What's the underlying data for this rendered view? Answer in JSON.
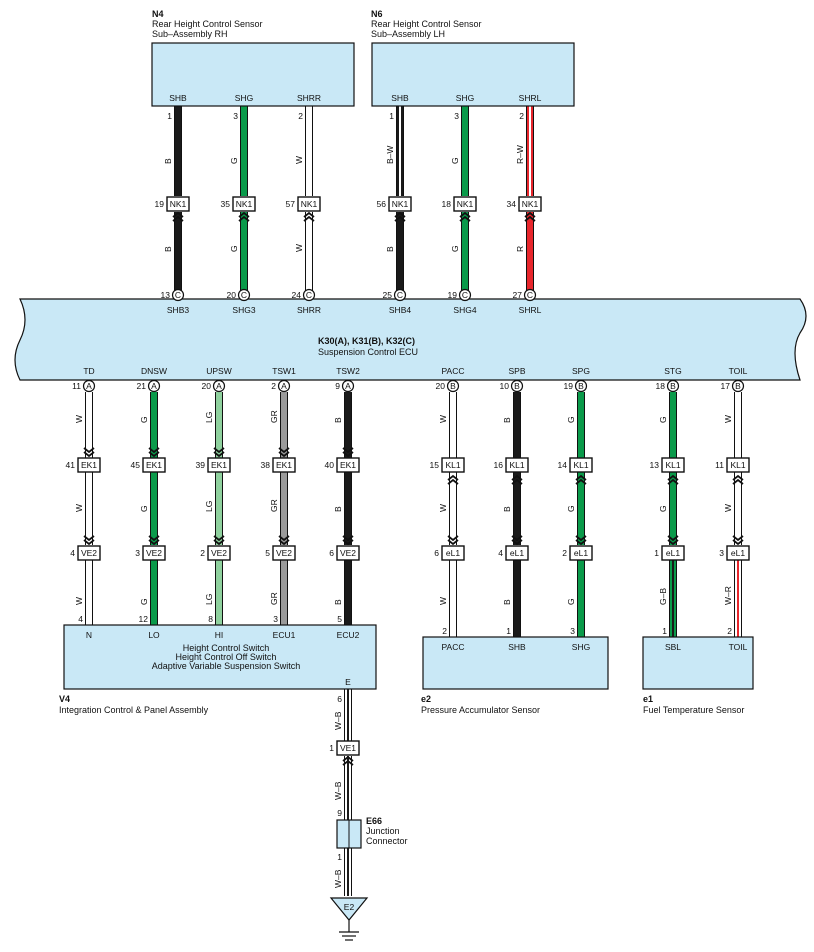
{
  "colors": {
    "B": "#1a1a1a",
    "G": "#0a9a4a",
    "W": "#ffffff",
    "R": "#e8262c",
    "LG": "#8fd19e",
    "GR": "#9a9a9a",
    "component_fill": "#c9e8f6"
  },
  "components": {
    "n4": {
      "code": "N4",
      "line1": "Rear Height Control Sensor",
      "line2": "Sub–Assembly RH"
    },
    "n6": {
      "code": "N6",
      "line1": "Rear Height Control Sensor",
      "line2": "Sub–Assembly LH"
    },
    "ecu": {
      "code": "K30(A), K31(B), K32(C)",
      "name": "Suspension Control ECU"
    },
    "v4": {
      "code": "V4",
      "name": "Integration Control & Panel Assembly",
      "desc1": "Height Control Switch",
      "desc2": "Height Control Off Switch",
      "desc3": "Adaptive Variable Suspension Switch"
    },
    "e2": {
      "code": "e2",
      "name": "Pressure Accumulator Sensor"
    },
    "e1": {
      "code": "e1",
      "name": "Fuel Temperature Sensor"
    },
    "e66": {
      "code": "E66",
      "line1": "Junction",
      "line2": "Connector"
    },
    "ground": {
      "label": "E2"
    }
  },
  "wires": [
    {
      "id": "shb3",
      "color": "B",
      "top_label": "SHB",
      "top_pin": "1",
      "top_wire": "B",
      "conn_pin": "19",
      "conn": "NK1",
      "bot_wire": "B",
      "ecu_pin": "13",
      "ecu_conn": "C",
      "ecu_label": "SHB3"
    },
    {
      "id": "shg3",
      "color": "G",
      "top_label": "SHG",
      "top_pin": "3",
      "top_wire": "G",
      "conn_pin": "35",
      "conn": "NK1",
      "bot_wire": "G",
      "ecu_pin": "20",
      "ecu_conn": "C",
      "ecu_label": "SHG3"
    },
    {
      "id": "shrr",
      "color": "W",
      "top_label": "SHRR",
      "top_pin": "2",
      "top_wire": "W",
      "conn_pin": "57",
      "conn": "NK1",
      "bot_wire": "W",
      "ecu_pin": "24",
      "ecu_conn": "C",
      "ecu_label": "SHRR"
    },
    {
      "id": "shb4",
      "color": "B",
      "top_color": "BW",
      "top_label": "SHB",
      "top_pin": "1",
      "top_wire": "B–W",
      "conn_pin": "56",
      "conn": "NK1",
      "bot_wire": "B",
      "ecu_pin": "25",
      "ecu_conn": "C",
      "ecu_label": "SHB4"
    },
    {
      "id": "shg4",
      "color": "G",
      "top_label": "SHG",
      "top_pin": "3",
      "top_wire": "G",
      "conn_pin": "18",
      "conn": "NK1",
      "bot_wire": "G",
      "ecu_pin": "19",
      "ecu_conn": "C",
      "ecu_label": "SHG4"
    },
    {
      "id": "shrl",
      "color": "R",
      "top_color": "RW",
      "top_label": "SHRL",
      "top_pin": "2",
      "top_wire": "R–W",
      "conn_pin": "34",
      "conn": "NK1",
      "bot_wire": "R",
      "ecu_pin": "27",
      "ecu_conn": "C",
      "ecu_label": "SHRL"
    }
  ],
  "lower": [
    {
      "id": "td",
      "color": "W",
      "ecu_label": "TD",
      "ecu_pin": "11",
      "ecu_conn": "A",
      "w1": "W",
      "c1_pin": "41",
      "c1": "EK1",
      "w2": "W",
      "c2_pin": "4",
      "c2": "VE2",
      "w3": "W",
      "end_pin": "4",
      "end_label": "N"
    },
    {
      "id": "dnsw",
      "color": "G",
      "ecu_label": "DNSW",
      "ecu_pin": "21",
      "ecu_conn": "A",
      "w1": "G",
      "c1_pin": "45",
      "c1": "EK1",
      "w2": "G",
      "c2_pin": "3",
      "c2": "VE2",
      "w3": "G",
      "end_pin": "12",
      "end_label": "LO"
    },
    {
      "id": "upsw",
      "color": "LG",
      "ecu_label": "UPSW",
      "ecu_pin": "20",
      "ecu_conn": "A",
      "w1": "LG",
      "c1_pin": "39",
      "c1": "EK1",
      "w2": "LG",
      "c2_pin": "2",
      "c2": "VE2",
      "w3": "LG",
      "end_pin": "8",
      "end_label": "HI"
    },
    {
      "id": "tsw1",
      "color": "GR",
      "ecu_label": "TSW1",
      "ecu_pin": "2",
      "ecu_conn": "A",
      "w1": "GR",
      "c1_pin": "38",
      "c1": "EK1",
      "w2": "GR",
      "c2_pin": "5",
      "c2": "VE2",
      "w3": "GR",
      "end_pin": "3",
      "end_label": "ECU1"
    },
    {
      "id": "tsw2",
      "color": "B",
      "ecu_label": "TSW2",
      "ecu_pin": "9",
      "ecu_conn": "A",
      "w1": "B",
      "c1_pin": "40",
      "c1": "EK1",
      "w2": "B",
      "c2_pin": "6",
      "c2": "VE2",
      "w3": "B",
      "end_pin": "5",
      "end_label": "ECU2"
    },
    {
      "id": "pacc",
      "color": "W",
      "ecu_label": "PACC",
      "ecu_pin": "20",
      "ecu_conn": "B",
      "w1": "W",
      "c1_pin": "15",
      "c1": "KL1",
      "w2": "W",
      "c2_pin": "6",
      "c2": "eL1",
      "w3": "W",
      "end_pin": "2",
      "end_label": "PACC"
    },
    {
      "id": "spb",
      "color": "B",
      "ecu_label": "SPB",
      "ecu_pin": "10",
      "ecu_conn": "B",
      "w1": "B",
      "c1_pin": "16",
      "c1": "KL1",
      "w2": "B",
      "c2_pin": "4",
      "c2": "eL1",
      "w3": "B",
      "end_pin": "1",
      "end_label": "SHB"
    },
    {
      "id": "spg",
      "color": "G",
      "ecu_label": "SPG",
      "ecu_pin": "19",
      "ecu_conn": "B",
      "w1": "G",
      "c1_pin": "14",
      "c1": "KL1",
      "w2": "G",
      "c2_pin": "2",
      "c2": "eL1",
      "w3": "G",
      "end_pin": "3",
      "end_label": "SHG"
    },
    {
      "id": "stg",
      "color": "G",
      "bot_color": "GB",
      "ecu_label": "STG",
      "ecu_pin": "18",
      "ecu_conn": "B",
      "w1": "G",
      "c1_pin": "13",
      "c1": "KL1",
      "w2": "G",
      "c2_pin": "1",
      "c2": "eL1",
      "w3": "G–B",
      "end_pin": "1",
      "end_label": "SBL"
    },
    {
      "id": "toil",
      "color": "W",
      "bot_color": "WR",
      "ecu_label": "TOIL",
      "ecu_pin": "17",
      "ecu_conn": "B",
      "w1": "W",
      "c1_pin": "11",
      "c1": "KL1",
      "w2": "W",
      "c2_pin": "3",
      "c2": "eL1",
      "w3": "W–R",
      "end_pin": "2",
      "end_label": "TOIL"
    }
  ],
  "ground_wire": {
    "v4_label": "E",
    "v4_pin": "6",
    "w1": "W–B",
    "c_pin": "1",
    "conn": "VE1",
    "w2": "W–B",
    "j_pin_top": "9",
    "j_pin_bot": "1",
    "w3": "W–B"
  }
}
